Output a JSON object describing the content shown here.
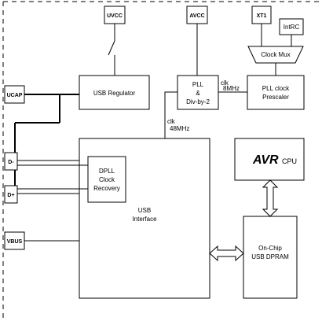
{
  "pins": {
    "uvcc": "UVCC",
    "avcc": "AVCC",
    "xt1": "XT1",
    "ucap": "UCAP",
    "dminus": "D-",
    "dplus": "D+",
    "vbus": "VBUS"
  },
  "blocks": {
    "intrc": "IntRC",
    "clock_mux": "Clock Mux",
    "usb_regulator": "USB Regulator",
    "pll": [
      "PLL",
      "&",
      "Div-by-2"
    ],
    "pll_prescaler": [
      "PLL clock",
      "Prescaler"
    ],
    "dpll": [
      "DPLL",
      "Clock",
      "Recovery"
    ],
    "usb_interface": [
      "USB",
      "Interface"
    ],
    "cpu_logo": "AVR",
    "cpu": "CPU",
    "dpram": [
      "On-Chip",
      "USB DPRAM"
    ]
  },
  "signals": {
    "clk_8mhz": [
      "clk",
      "8MHz"
    ],
    "clk_48mhz": [
      "clk",
      "48MHz"
    ]
  }
}
